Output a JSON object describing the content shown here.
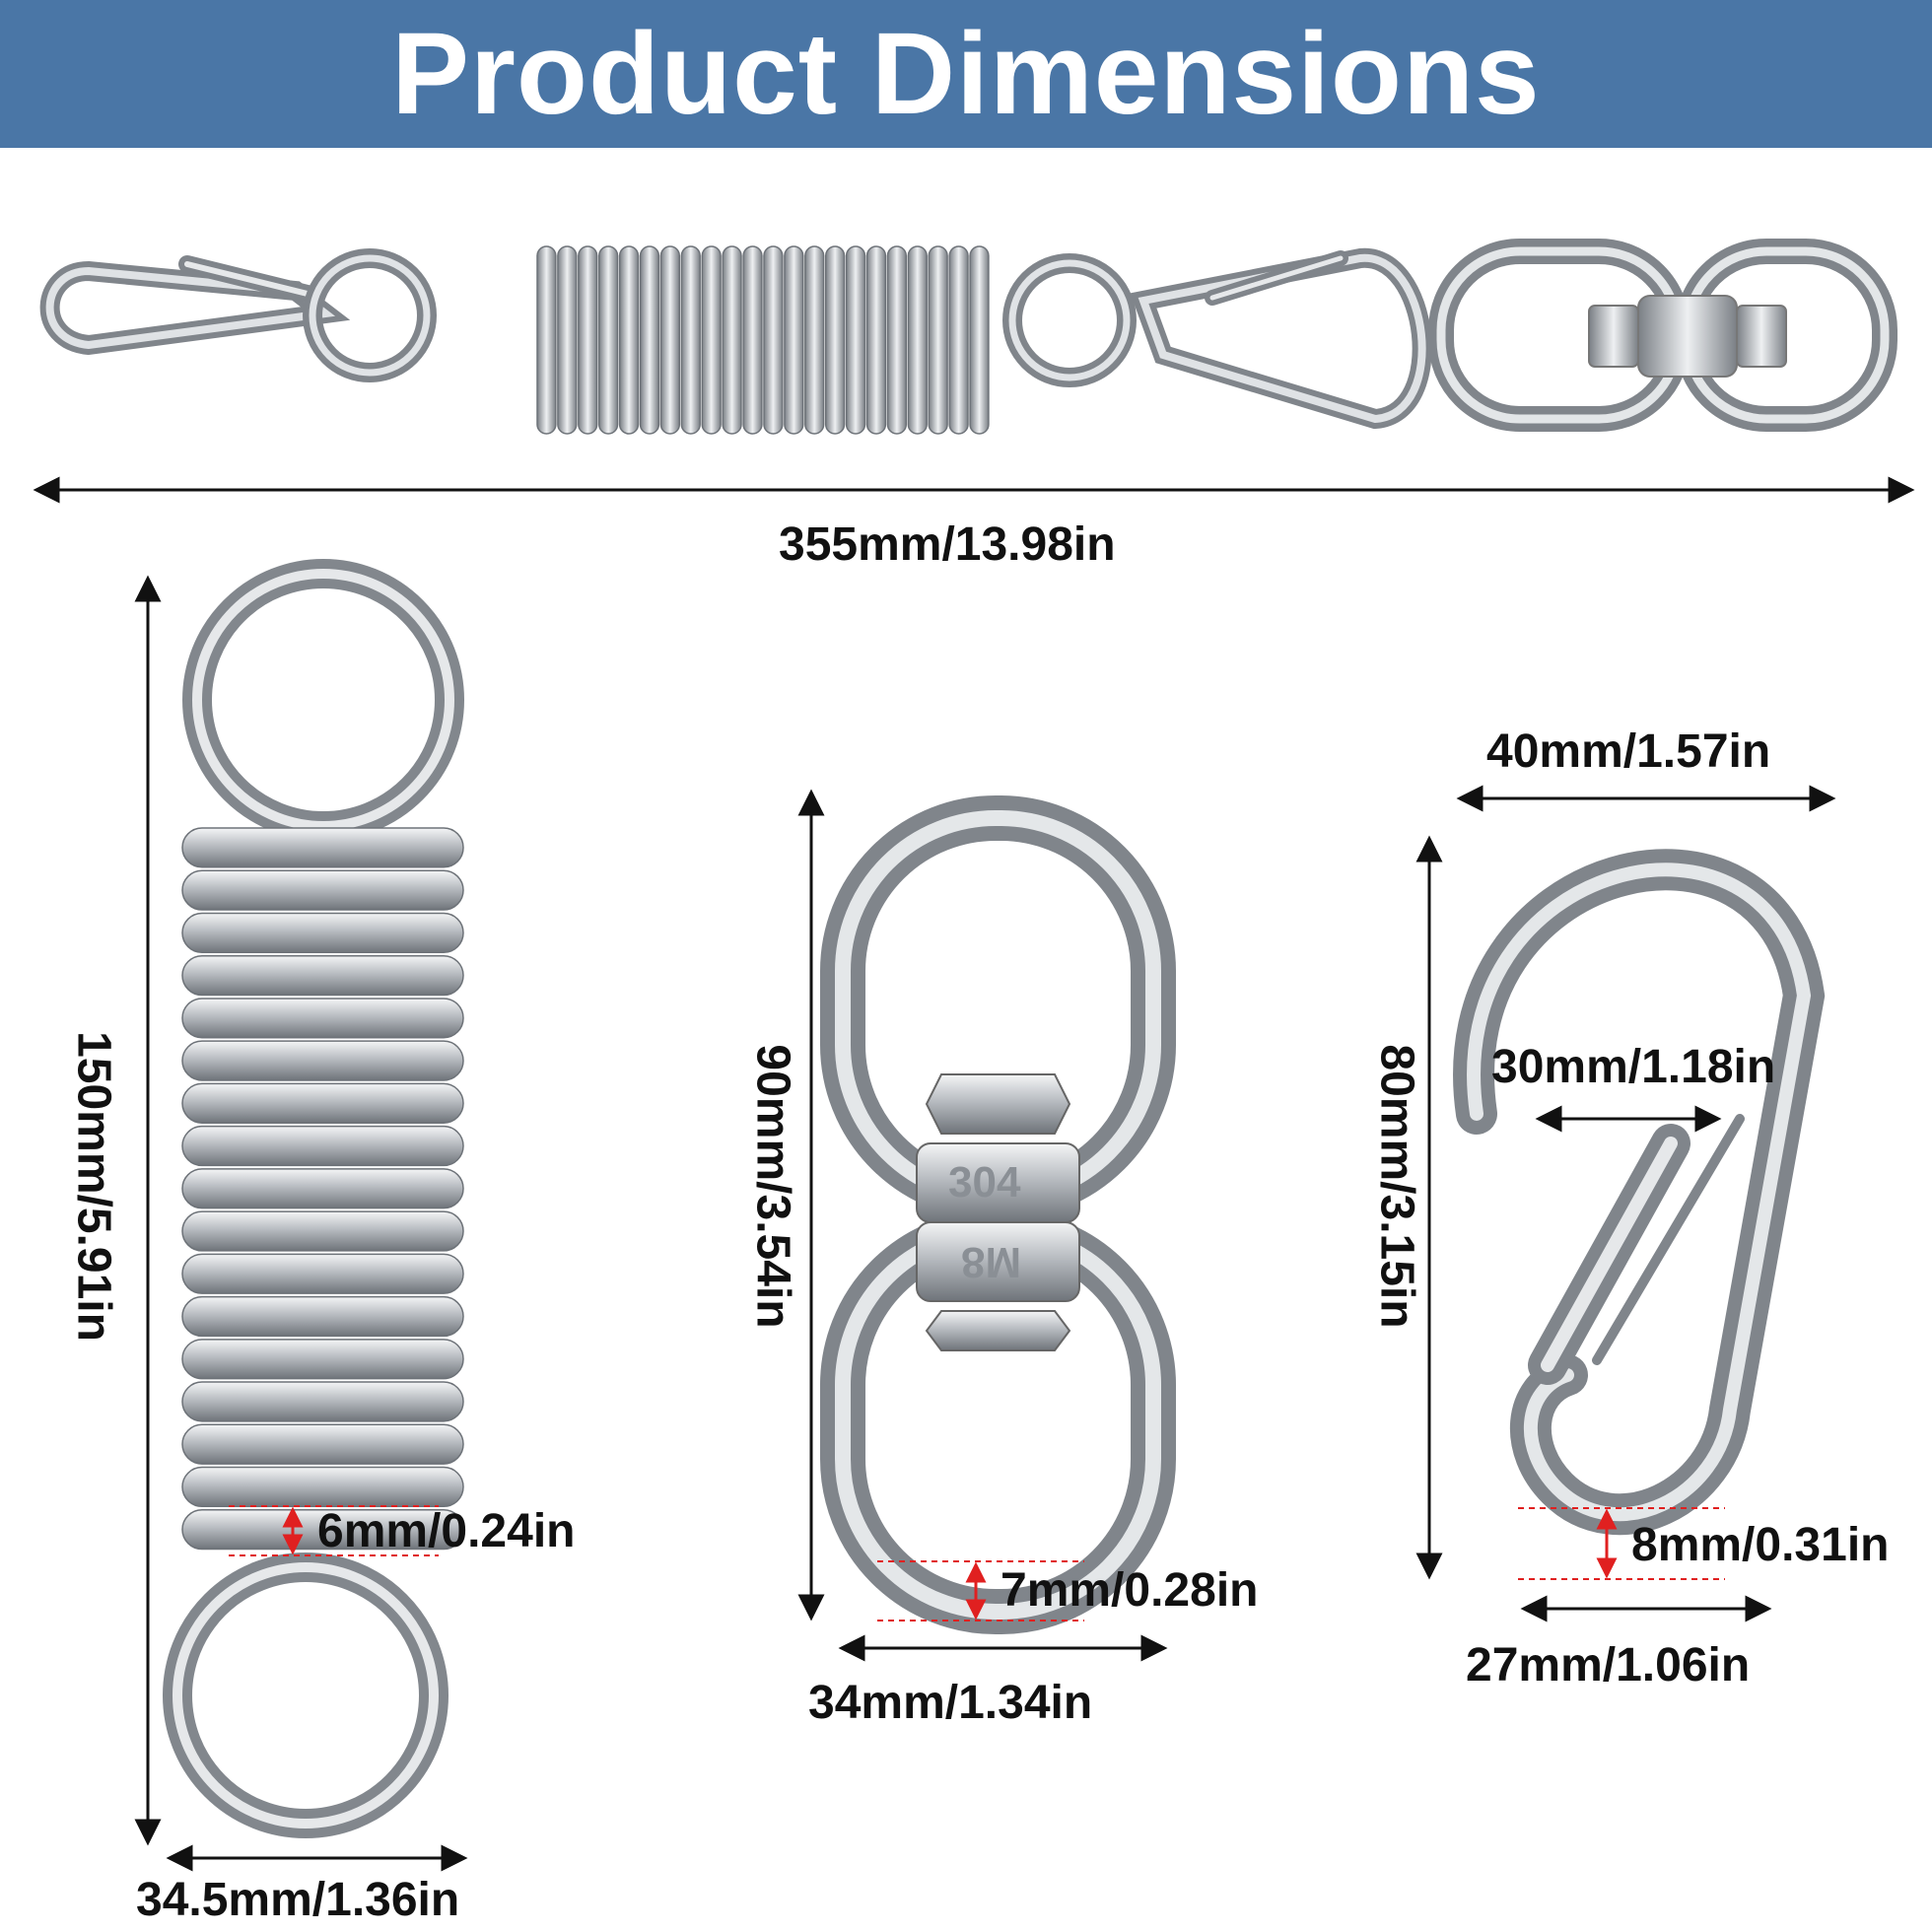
{
  "title": "Product Dimensions",
  "colors": {
    "banner": "#4a76a6",
    "metal": "#b9bdc2",
    "arrow": "#111111",
    "detail": "#e02020"
  },
  "stamps": {
    "material": "304",
    "size": "M8"
  },
  "assembly": {
    "length_label": "355mm/13.98in"
  },
  "spring": {
    "height_label": "150mm/5.91in",
    "width_label": "34.5mm/1.36in",
    "wire_label": "6mm/0.24in"
  },
  "swivel": {
    "height_label": "90mm/3.54in",
    "width_label": "34mm/1.34in",
    "wire_label": "7mm/0.28in"
  },
  "snap_hook": {
    "top_width_label": "40mm/1.57in",
    "height_label": "80mm/3.15in",
    "opening_label": "30mm/1.18in",
    "bottom_width_label": "27mm/1.06in",
    "wire_label": "8mm/0.31in"
  }
}
